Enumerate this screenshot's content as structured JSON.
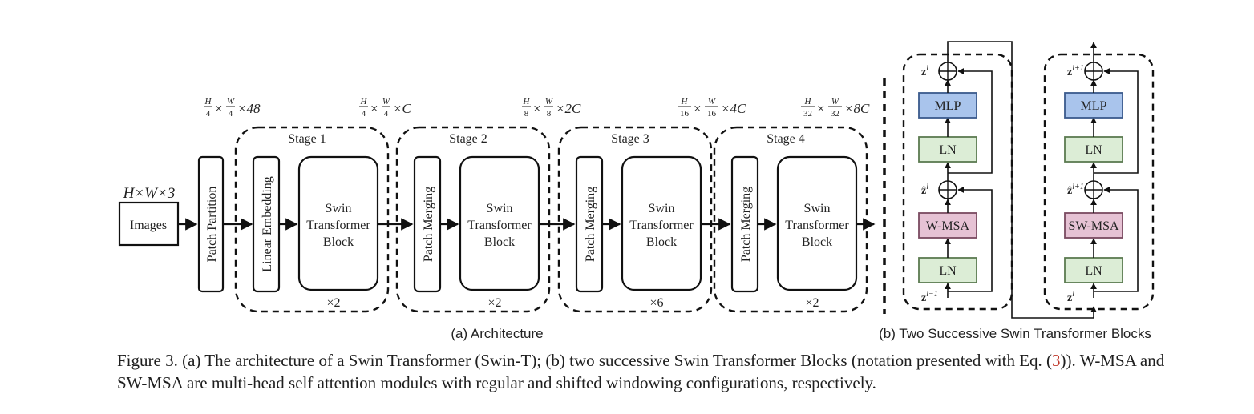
{
  "input": {
    "dim": "H×W×3",
    "label": "Images"
  },
  "patch_partition": "Patch Partition",
  "dims": [
    {
      "num": "H",
      "den": "4",
      "num2": "W",
      "den2": "4",
      "tail": "×48"
    },
    {
      "num": "H",
      "den": "4",
      "num2": "W",
      "den2": "4",
      "tail": "×C"
    },
    {
      "num": "H",
      "den": "8",
      "num2": "W",
      "den2": "8",
      "tail": "×2C"
    },
    {
      "num": "H",
      "den": "16",
      "num2": "W",
      "den2": "16",
      "tail": "×4C"
    },
    {
      "num": "H",
      "den": "32",
      "num2": "W",
      "den2": "32",
      "tail": "×8C"
    }
  ],
  "stages": [
    {
      "title": "Stage 1",
      "embed": "Linear Embedding",
      "repeat": "×2"
    },
    {
      "title": "Stage 2",
      "embed": "Patch Merging",
      "repeat": "×2"
    },
    {
      "title": "Stage 3",
      "embed": "Patch Merging",
      "repeat": "×6"
    },
    {
      "title": "Stage 4",
      "embed": "Patch Merging",
      "repeat": "×2"
    }
  ],
  "swin_block": [
    "Swin",
    "Transformer",
    "Block"
  ],
  "sub_a": "(a) Architecture",
  "sub_b": "(b) Two Successive Swin Transformer Blocks",
  "blocks": [
    {
      "attn": "W-MSA",
      "mlp": "MLP",
      "ln": "LN",
      "z_out": "l",
      "z_hat": "l",
      "z_in": "l−1"
    },
    {
      "attn": "SW-MSA",
      "mlp": "MLP",
      "ln": "LN",
      "z_out": "l+1",
      "z_hat": "l+1",
      "z_in": "l"
    }
  ],
  "colors": {
    "mlp": "#a9c4ec",
    "ln": "#dcedd6",
    "attn": "#e6c2d4",
    "mlp_stroke": "#3a5a8c",
    "ln_stroke": "#5b7a50",
    "attn_stroke": "#7a4a60"
  },
  "caption": {
    "part1": "Figure 3. (a) The architecture of a Swin Transformer (Swin-T); (b) two successive Swin Transformer Blocks (notation presented with Eq. (",
    "ref": "3",
    "part2": ")). W-MSA and SW-MSA are multi-head self attention modules with regular and shifted windowing configurations, respectively."
  }
}
